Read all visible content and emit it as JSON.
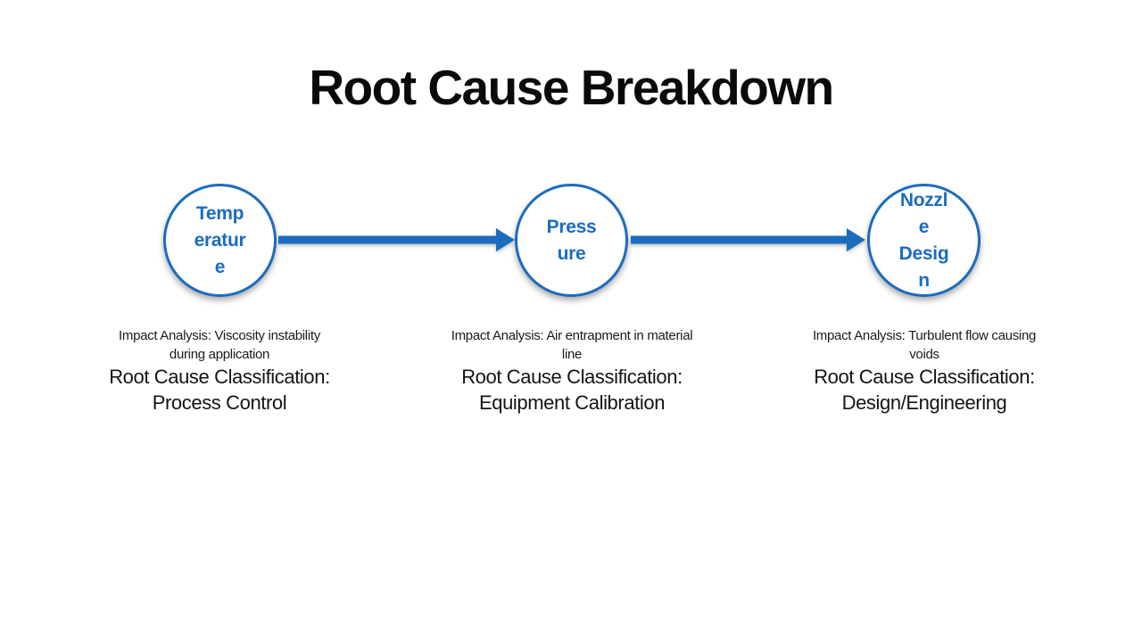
{
  "slide": {
    "title": "Root Cause Breakdown"
  },
  "colors": {
    "accent": "#1b6cbe",
    "text": "#111111",
    "bg": "#ffffff"
  },
  "nodes": [
    {
      "label": "Temperature",
      "label_wrapped": "Temp\neratur\ne",
      "impact": "Impact Analysis: Viscosity instability\nduring application",
      "classification_heading": "Root Cause Classification:",
      "classification_value": "Process Control"
    },
    {
      "label": "Pressure",
      "label_wrapped": "Press\nure",
      "impact": "Impact Analysis: Air entrapment in material\nline",
      "classification_heading": "Root Cause Classification:",
      "classification_value": "Equipment Calibration"
    },
    {
      "label": "Nozzle Design",
      "label_wrapped": "Nozzl\ne\nDesig\nn",
      "impact": "Impact Analysis: Turbulent flow causing\nvoids",
      "classification_heading": "Root Cause Classification:",
      "classification_value": "Design/Engineering"
    }
  ],
  "connectors": [
    {
      "from": "Temperature",
      "to": "Pressure",
      "direction": "right"
    },
    {
      "from": "Pressure",
      "to": "Nozzle Design",
      "direction": "right"
    }
  ]
}
